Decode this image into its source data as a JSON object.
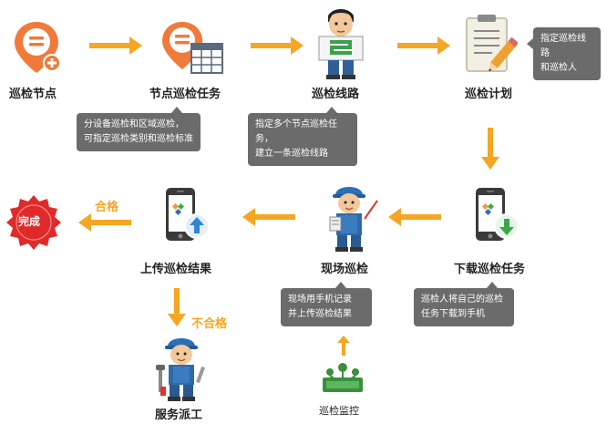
{
  "nodes": {
    "patrol_node": "巡检节点",
    "node_task": "节点巡检任务",
    "patrol_route": "巡检线路",
    "patrol_plan": "巡检计划",
    "download_task": "下载巡检任务",
    "onsite_patrol": "现场巡检",
    "upload_result": "上传巡检结果",
    "service_dispatch": "服务派工",
    "patrol_monitor": "巡检监控"
  },
  "bubbles": {
    "node_task_line1": "分设备巡检和区域巡检，",
    "node_task_line2": "可指定巡检类别和巡检标准",
    "route_line1": "指定多个节点巡检任务，",
    "route_line2": "建立一条巡检线路",
    "plan_line1": "指定巡检线路",
    "plan_line2": "和巡检人",
    "download_line1": "巡检人将自己的巡检",
    "download_line2": "任务下载到手机",
    "onsite_line1": "现场用手机记录",
    "onsite_line2": "并上传巡检结果"
  },
  "outcomes": {
    "pass": "合格",
    "fail": "不合格",
    "done": "完成"
  },
  "icon_names": [
    "map-pin-minus-plus-icon",
    "map-pin-table-icon",
    "worker-holding-route-sign-icon",
    "clipboard-pencil-icon",
    "phone-download-icon",
    "phone-upload-icon",
    "inspector-worker-icon",
    "repair-worker-icon",
    "monitor-team-icon",
    "done-seal-icon"
  ],
  "colors": {
    "accent_orange": "#f5a623",
    "pin_orange": "#f07a3a",
    "bubble_gray": "#6b6b6b",
    "seal_red": "#e02a2a",
    "monitor_green": "#3b8f3b",
    "download_green": "#3aa84a",
    "upload_blue": "#2d86d6"
  }
}
